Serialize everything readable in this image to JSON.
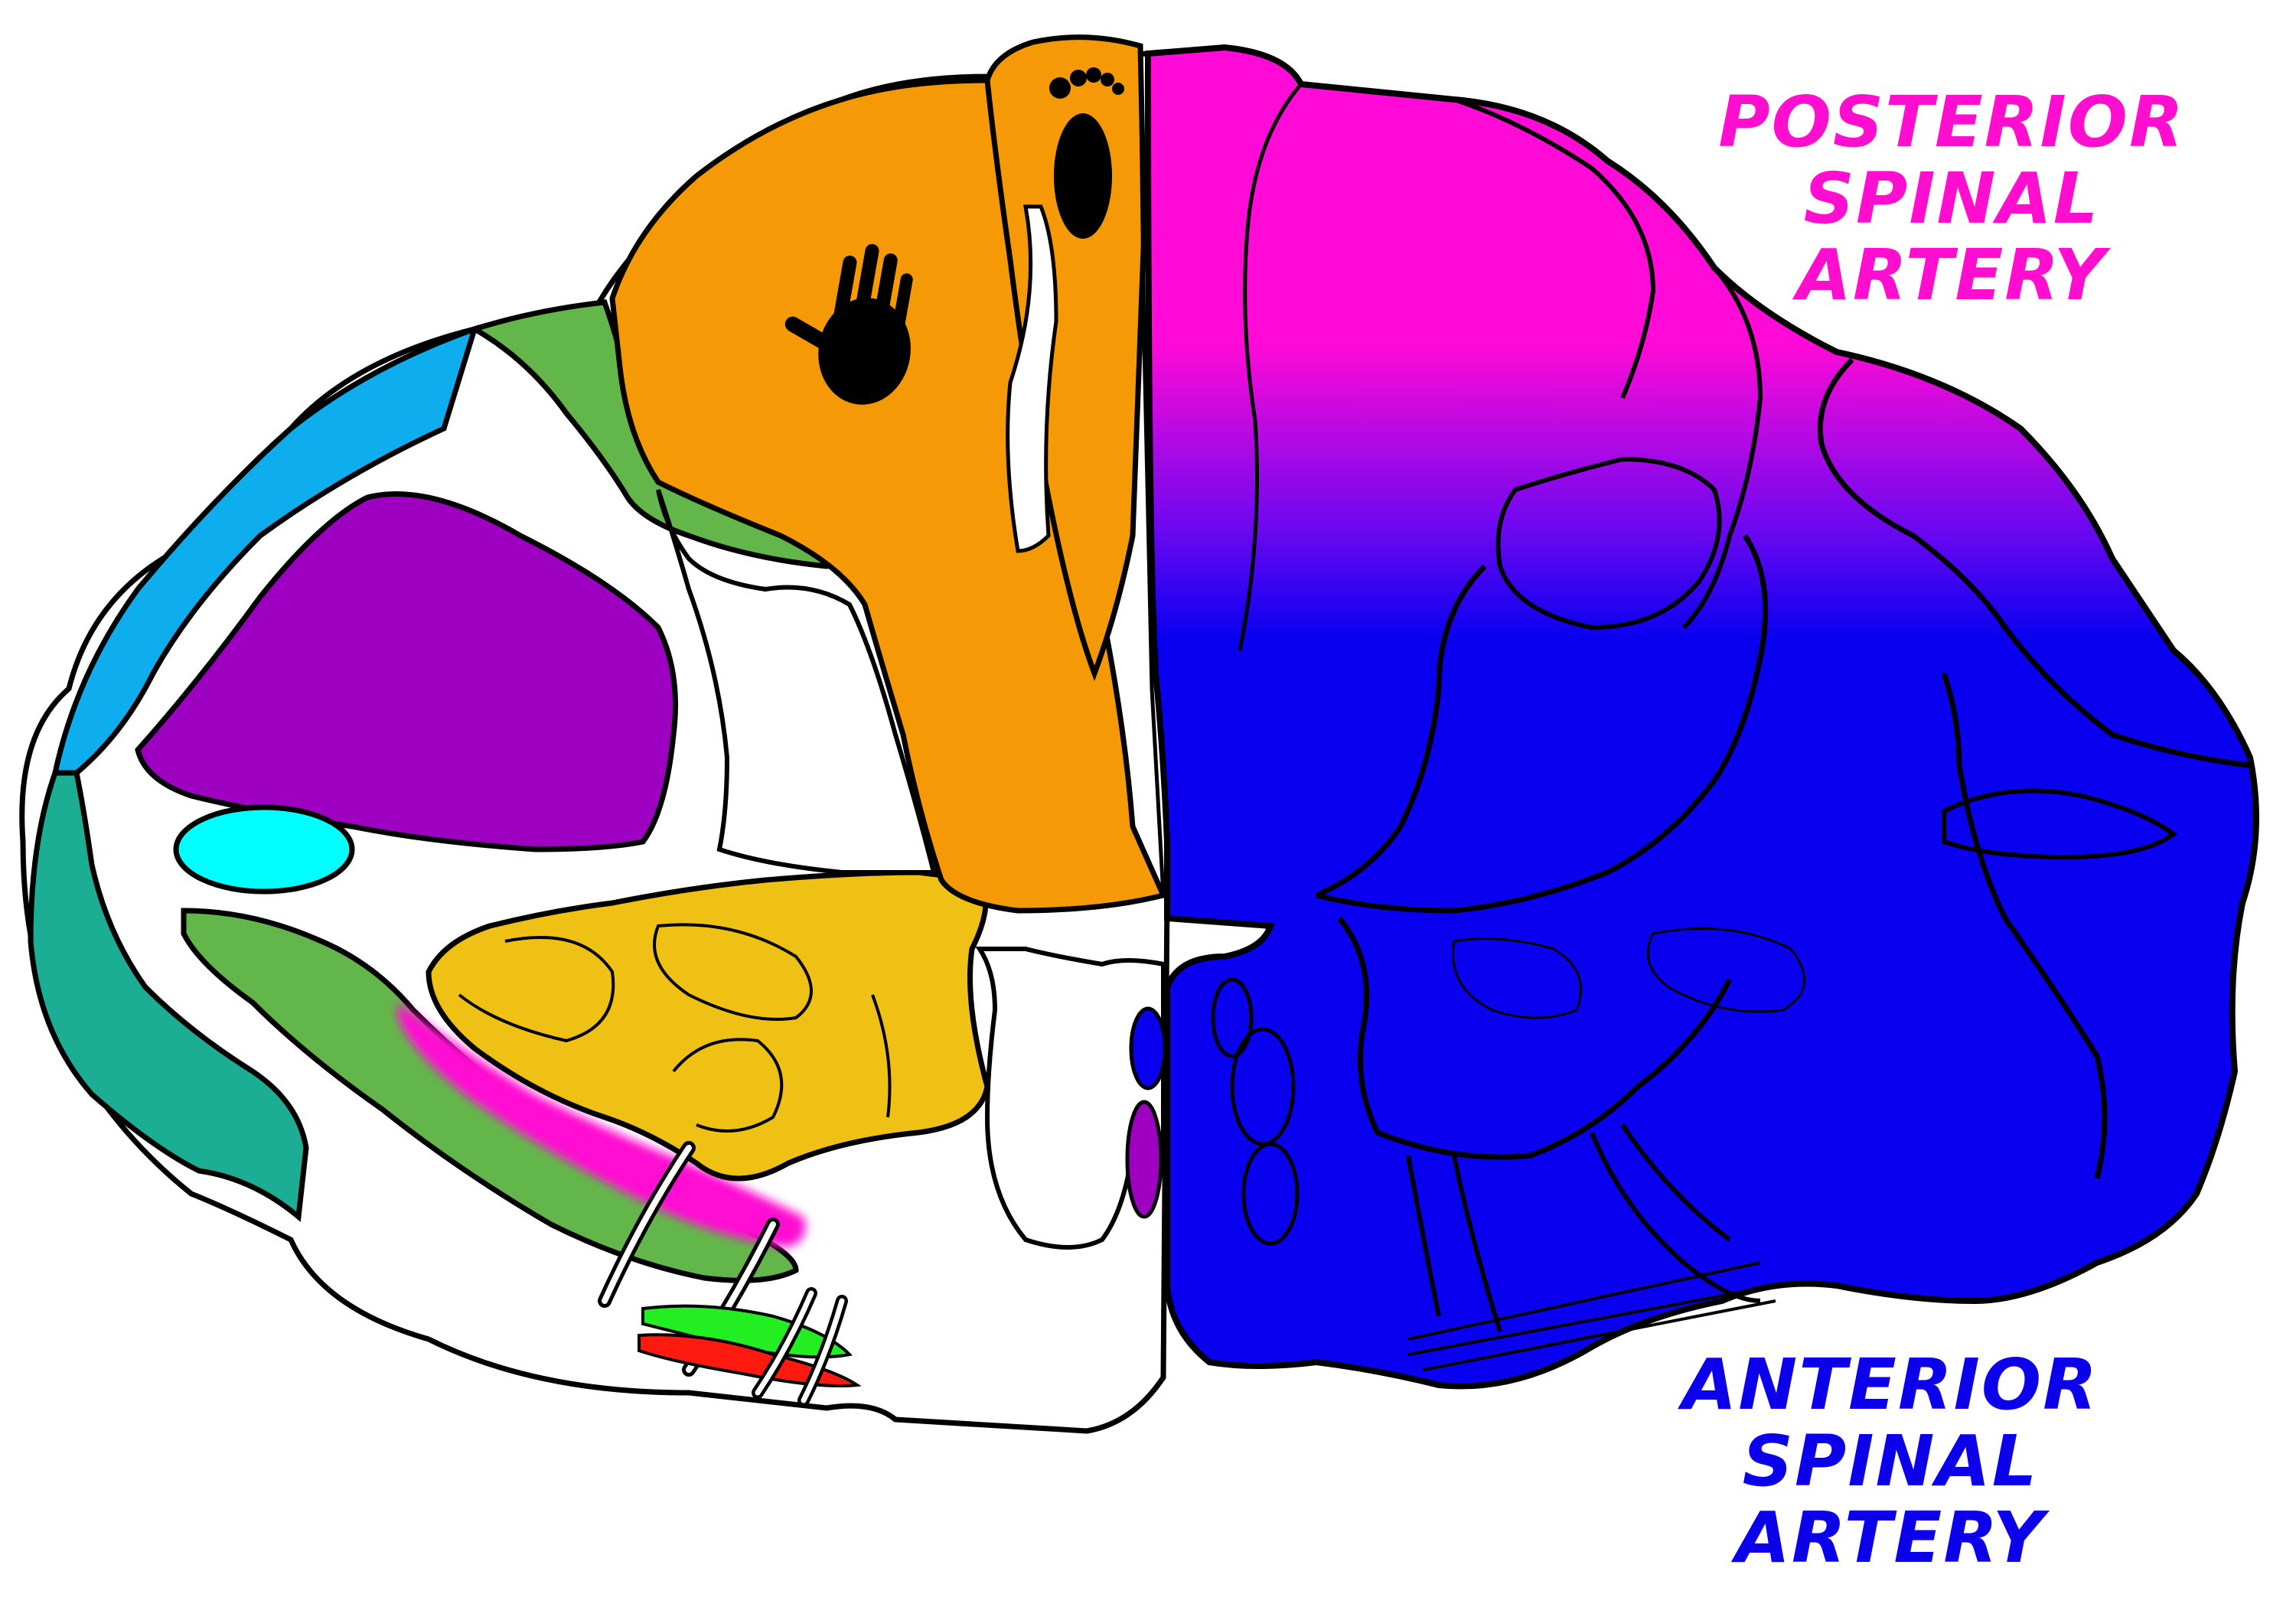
{
  "labels": {
    "posterior": {
      "lines": [
        "POSTERIOR",
        "SPINAL",
        "ARTERY"
      ],
      "color": "#ff0ed0"
    },
    "anterior": {
      "lines": [
        "ANTERIOR",
        "SPINAL",
        "ARTERY"
      ],
      "color": "#0c00ea"
    }
  },
  "colors": {
    "outline": "#000000",
    "anterior_fill": "#0a00f0",
    "posterior_fill": "#ff0ad6",
    "orange": "#f59a06",
    "yellow": "#eec114",
    "purple": "#9e00c2",
    "light_blue": "#0eaeee",
    "cyan": "#00ffff",
    "green": "#63b74a",
    "teal": "#1bae94",
    "magenta": "#ff0fd2",
    "bright_green": "#22ee22",
    "red": "#ff1a10"
  },
  "icons": [
    "handprint-icon",
    "footprint-icon"
  ]
}
